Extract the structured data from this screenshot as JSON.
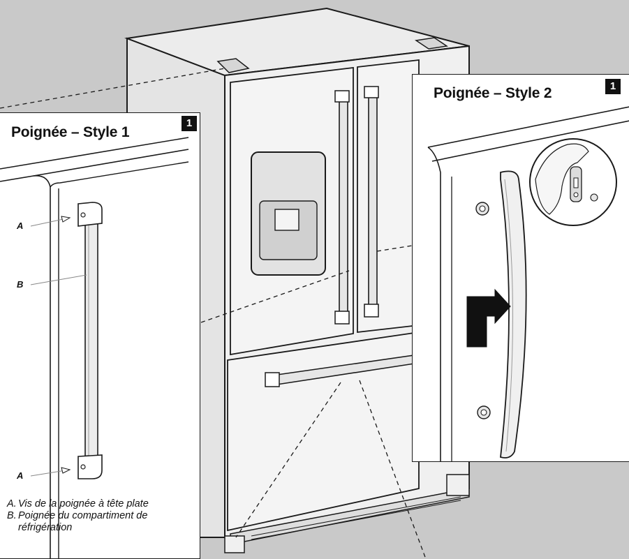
{
  "panel_style1": {
    "title": "Poignée – Style 1",
    "step": "1",
    "callouts": {
      "a_top": "A",
      "b": "B",
      "a_bottom": "A"
    },
    "legend": [
      {
        "key": "A.",
        "text": "Vis de la poignée à tête plate"
      },
      {
        "key": "B.",
        "text": "Poignée du compartiment de réfrigération"
      }
    ]
  },
  "panel_style2": {
    "title": "Poignée – Style 2",
    "step": "1"
  },
  "colors": {
    "background": "#c9c9c9",
    "panel": "#ffffff",
    "line": "#1a1a1a",
    "fridge_face": "#f2f2f2",
    "fridge_side": "#e4e4e4",
    "handle_shade": "#d8d8d8",
    "arrow": "#111111"
  }
}
